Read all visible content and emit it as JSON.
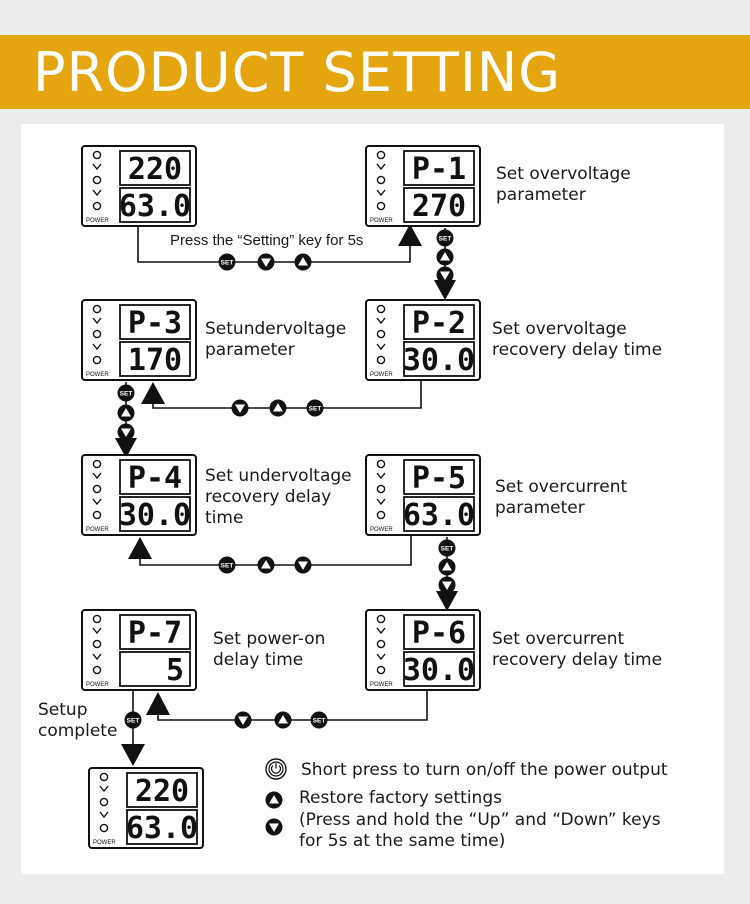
{
  "header": {
    "title": "PRODUCT SETTING"
  },
  "devices": [
    {
      "id": "d1",
      "top": "220",
      "bottom": "63.0",
      "power": "POWER"
    },
    {
      "id": "p1",
      "top": "P-1",
      "bottom": "270",
      "power": "POWER"
    },
    {
      "id": "p2",
      "top": "P-2",
      "bottom": "30.0",
      "power": "POWER"
    },
    {
      "id": "p3",
      "top": "P-3",
      "bottom": "170",
      "power": "POWER"
    },
    {
      "id": "p4",
      "top": "P-4",
      "bottom": "30.0",
      "power": "POWER"
    },
    {
      "id": "p5",
      "top": "P-5",
      "bottom": "63.0",
      "power": "POWER"
    },
    {
      "id": "p6",
      "top": "P-6",
      "bottom": "30.0",
      "power": "POWER"
    },
    {
      "id": "p7",
      "top": "P-7",
      "bottom": "5",
      "power": "POWER"
    },
    {
      "id": "d2",
      "top": "220",
      "bottom": "63.0",
      "power": "POWER"
    }
  ],
  "labels": {
    "press_setting": "Press the “Setting” key for 5s",
    "p1": "Set overvoltage\nparameter",
    "p2": "Set overvoltage\nrecovery delay time",
    "p3": "Setundervoltage\nparameter",
    "p4": "Set undervoltage\nrecovery delay\ntime",
    "p5": "Set overcurrent\nparameter",
    "p6": "Set overcurrent\nrecovery delay time",
    "p7": "Set power-on\ndelay time",
    "setup_complete": "Setup\ncomplete"
  },
  "button_label": "SET",
  "legend": {
    "power": "Short press to turn on/off the power output",
    "restore_title": "Restore factory settings",
    "restore_detail": "(Press and hold the “Up” and “Down” keys\nfor 5s at the same time)"
  },
  "colors": {
    "banner": "#e5a50f",
    "ink": "#111111",
    "panel": "#ffffff",
    "background": "#ececec"
  }
}
